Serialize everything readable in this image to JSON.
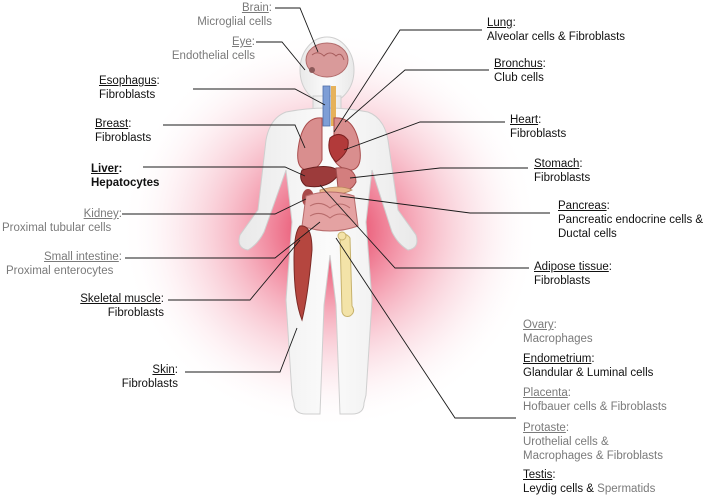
{
  "colors": {
    "glow_center": "#e0193f",
    "dark_text": "#111111",
    "grey_text": "#7a7a7a",
    "skin": "#f2f2f2",
    "organ": "#c96a6a"
  },
  "labels": {
    "brain": {
      "name": "Brain",
      "cells": "Microglial cells"
    },
    "eye": {
      "name": "Eye",
      "cells": "Endothelial cells"
    },
    "esophagus": {
      "name": "Esophagus",
      "cells": "Fibroblasts"
    },
    "breast": {
      "name": "Breast",
      "cells": "Fibroblasts"
    },
    "liver": {
      "name": "Liver",
      "cells": "Hepatocytes"
    },
    "kidney": {
      "name": "Kidney",
      "cells": "Proximal tubular cells"
    },
    "small_intestine": {
      "name": "Small intestine",
      "cells": "Proximal enterocytes"
    },
    "skeletal_muscle": {
      "name": "Skeletal muscle",
      "cells": "Fibroblasts"
    },
    "skin": {
      "name": "Skin",
      "cells": "Fibroblasts"
    },
    "lung": {
      "name": "Lung",
      "cells": "Alveolar cells & Fibroblasts"
    },
    "bronchus": {
      "name": "Bronchus",
      "cells": "Club cells"
    },
    "heart": {
      "name": "Heart",
      "cells": "Fibroblasts"
    },
    "stomach": {
      "name": "Stomach",
      "cells": "Fibroblasts"
    },
    "pancreas": {
      "name": "Pancreas",
      "cells_line1": "Pancreatic endocrine cells &",
      "cells_line2": "Ductal cells"
    },
    "adipose": {
      "name": "Adipose tissue",
      "cells": "Fibroblasts"
    },
    "ovary": {
      "name": "Ovary",
      "cells": "Macrophages"
    },
    "endometrium": {
      "name": "Endometrium",
      "cells": "Glandular & Luminal cells"
    },
    "placenta": {
      "name": "Placenta",
      "cells": "Hofbauer cells & Fibroblasts"
    },
    "protaste": {
      "name": "Protaste",
      "cells_line1": "Urothelial cells &",
      "cells_line2": "Macrophages & Fibroblasts"
    },
    "testis": {
      "name": "Testis",
      "cells_a": "Leydig cells",
      "cells_amp": " & ",
      "cells_b": "Spermatids"
    }
  }
}
